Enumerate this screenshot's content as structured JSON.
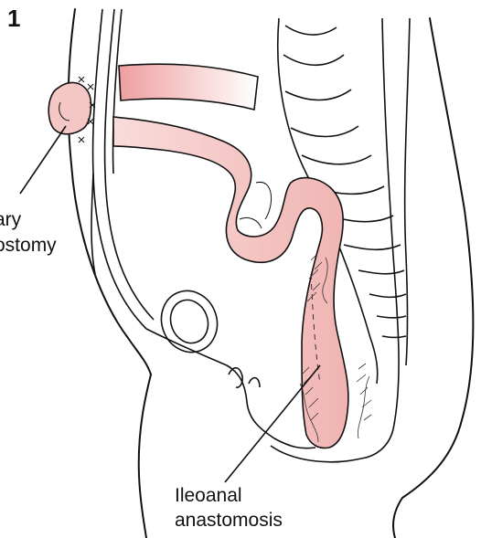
{
  "figure": {
    "number": "1",
    "labels": {
      "stoma_line1": "ary",
      "stoma_line2": "ostomy",
      "anastomosis_line1": "Ileoanal",
      "anastomosis_line2": "anastomosis"
    }
  },
  "colors": {
    "bowel_fill": "#f4c6c4",
    "line": "#111111",
    "background": "#ffffff"
  }
}
